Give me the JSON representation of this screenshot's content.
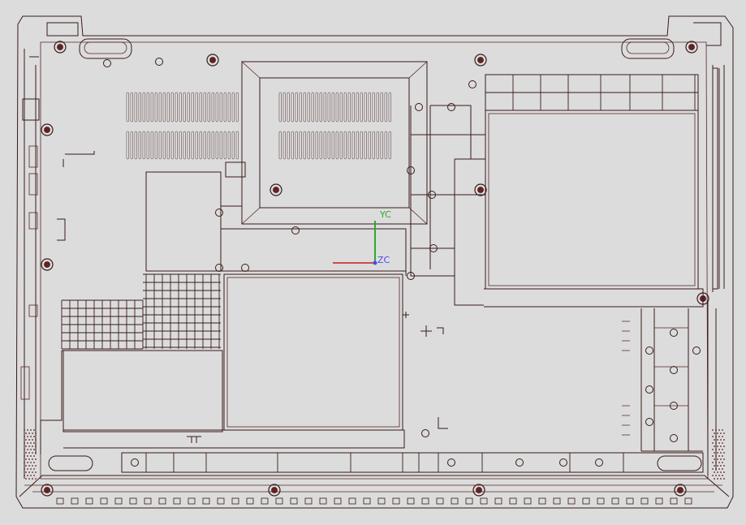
{
  "viewport": {
    "background_color": "#dcdcdc",
    "part_color": "#d93838",
    "edge_color": "#3a1a1a",
    "vent_color": "#e8e8e8"
  },
  "part": {
    "name": "laptop-bottom-cover"
  },
  "triad": {
    "y_label": "YC",
    "z_label": "ZC",
    "y_color": "#2fa82f",
    "z_color": "#4a4af0",
    "x_color": "#d01818"
  }
}
